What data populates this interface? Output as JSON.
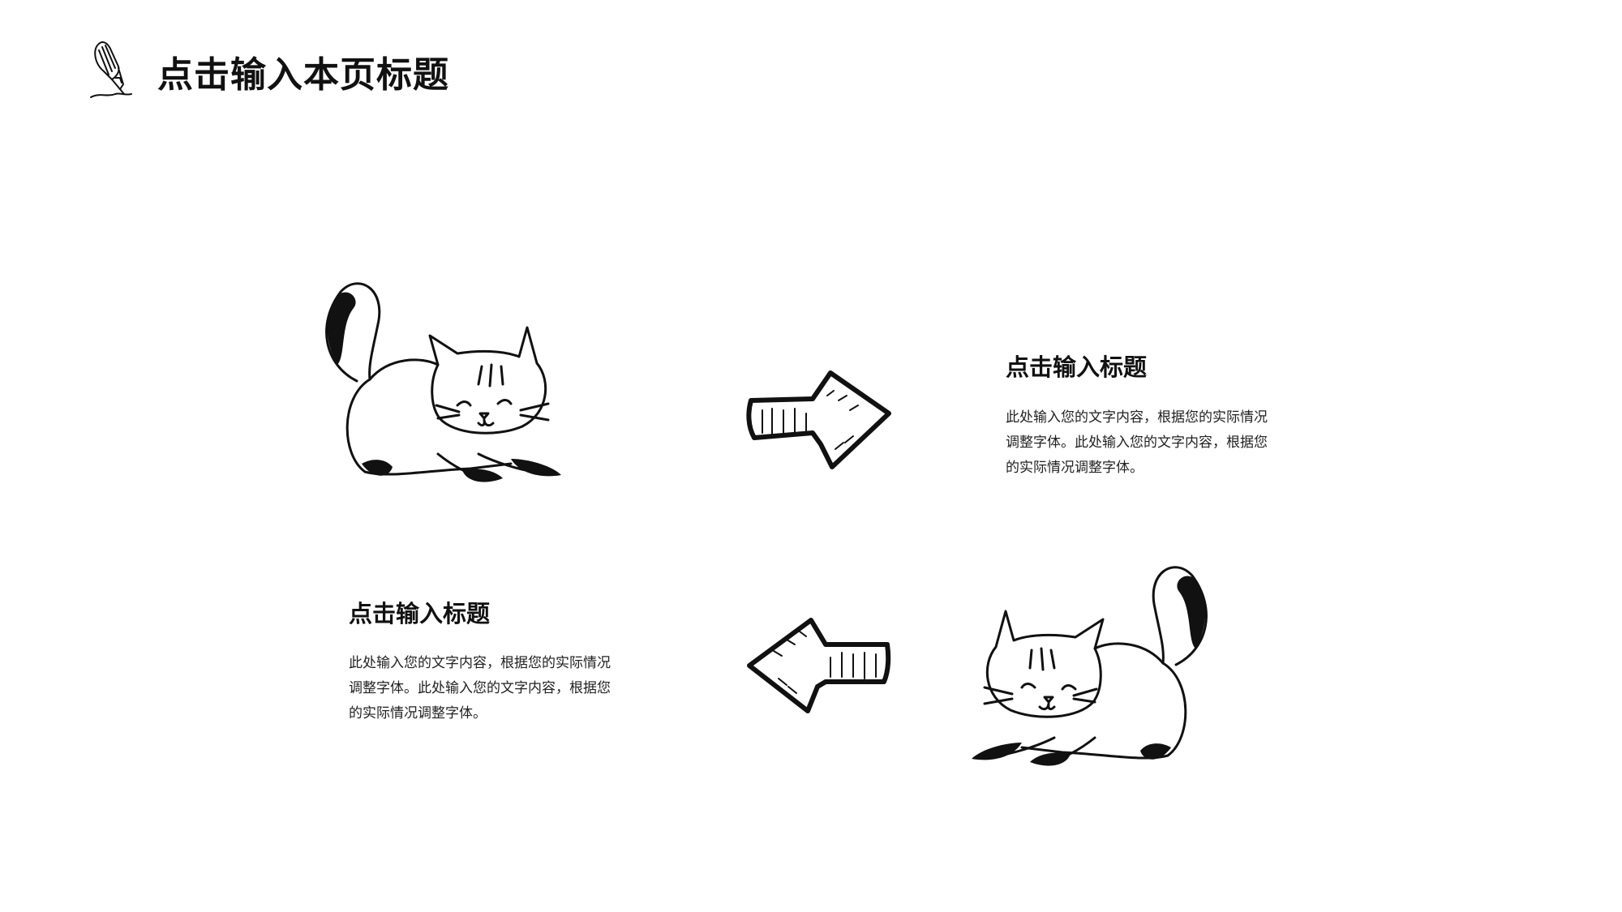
{
  "header": {
    "title": "点击输入本页标题",
    "icon": "pen-icon"
  },
  "blocks": [
    {
      "title": "点击输入标题",
      "body": "此处输入您的文字内容，根据您的实际情况调整字体。此处输入您的文字内容，根据您的实际情况调整字体。",
      "illustration": "cat-icon",
      "arrow": "arrow-right-icon"
    },
    {
      "title": "点击输入标题",
      "body": "此处输入您的文字内容，根据您的实际情况调整字体。此处输入您的文字内容，根据您的实际情况调整字体。",
      "illustration": "cat-icon",
      "arrow": "arrow-left-icon"
    }
  ],
  "colors": {
    "ink": "#111111",
    "background": "#ffffff"
  }
}
